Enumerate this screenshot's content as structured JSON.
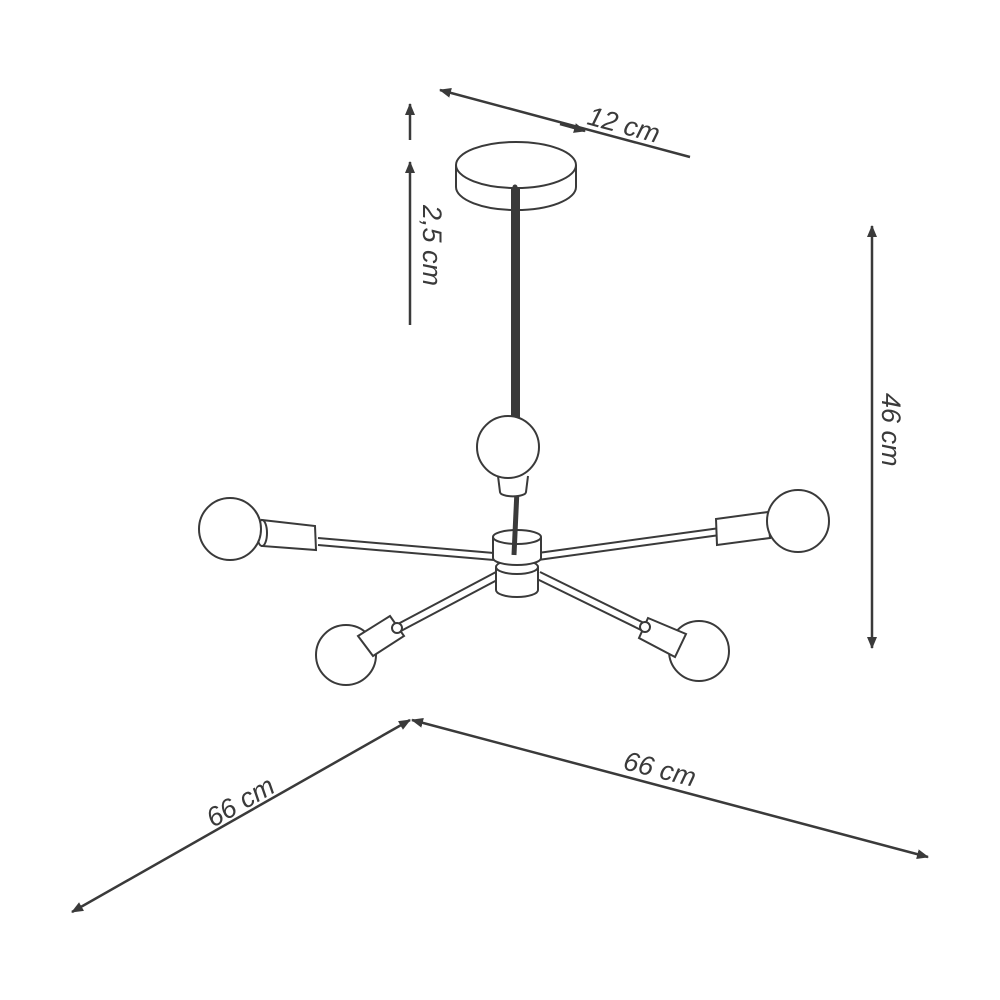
{
  "dimensions": {
    "canopy_diameter": "12 cm",
    "canopy_height": "2,5 cm",
    "total_height": "46 cm",
    "width_left": "66 cm",
    "width_right": "66 cm"
  },
  "colors": {
    "line": "#3a3a3a",
    "background": "#ffffff"
  }
}
